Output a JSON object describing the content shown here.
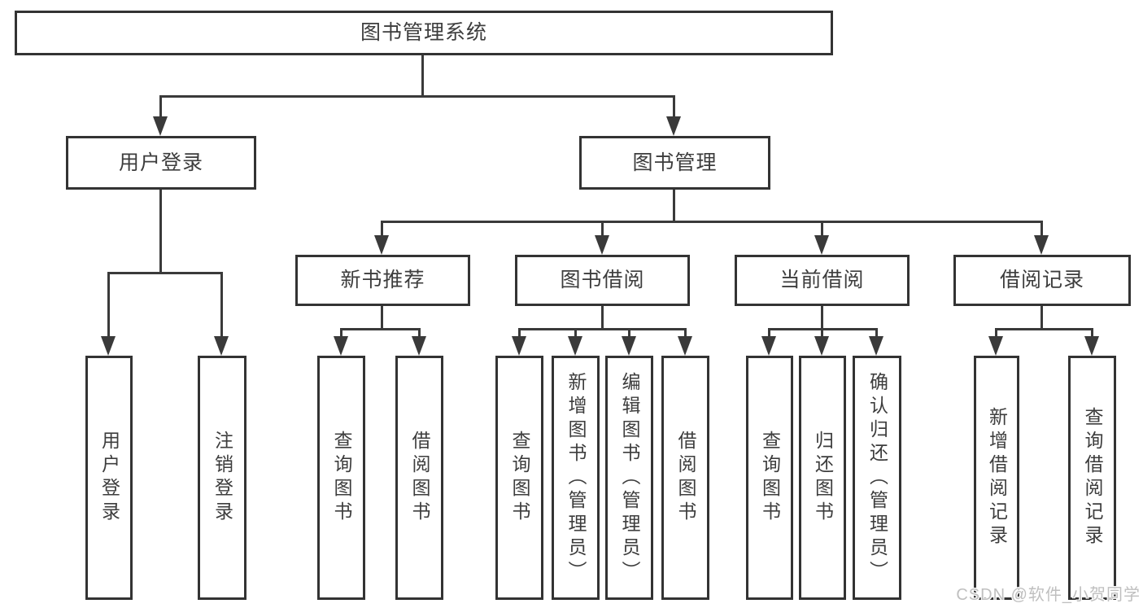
{
  "diagram": {
    "type": "hierarchy-tree",
    "colors": {
      "line": "#3a3a3a",
      "border": "#333333",
      "text": "#3d3d3d",
      "watermark": "#bfbfbf",
      "background": "#ffffff"
    },
    "tree": {
      "label": "图书管理系统",
      "children": [
        {
          "label": "用户登录",
          "children": [
            {
              "label": "用户登录"
            },
            {
              "label": "注销登录"
            }
          ]
        },
        {
          "label": "图书管理",
          "children": [
            {
              "label": "新书推荐",
              "children": [
                {
                  "label": "查询图书"
                },
                {
                  "label": "借阅图书"
                }
              ]
            },
            {
              "label": "图书借阅",
              "children": [
                {
                  "label": "查询图书"
                },
                {
                  "label": "新增图书（管理员）"
                },
                {
                  "label": "编辑图书（管理员）"
                },
                {
                  "label": "借阅图书"
                }
              ]
            },
            {
              "label": "当前借阅",
              "children": [
                {
                  "label": "查询图书"
                },
                {
                  "label": "归还图书"
                },
                {
                  "label": "确认归还（管理员）"
                }
              ]
            },
            {
              "label": "借阅记录",
              "children": [
                {
                  "label": "新增借阅记录"
                },
                {
                  "label": "查询借阅记录"
                }
              ]
            }
          ]
        }
      ]
    },
    "watermark": {
      "text": "CSDN @软件_小贺同学"
    }
  }
}
